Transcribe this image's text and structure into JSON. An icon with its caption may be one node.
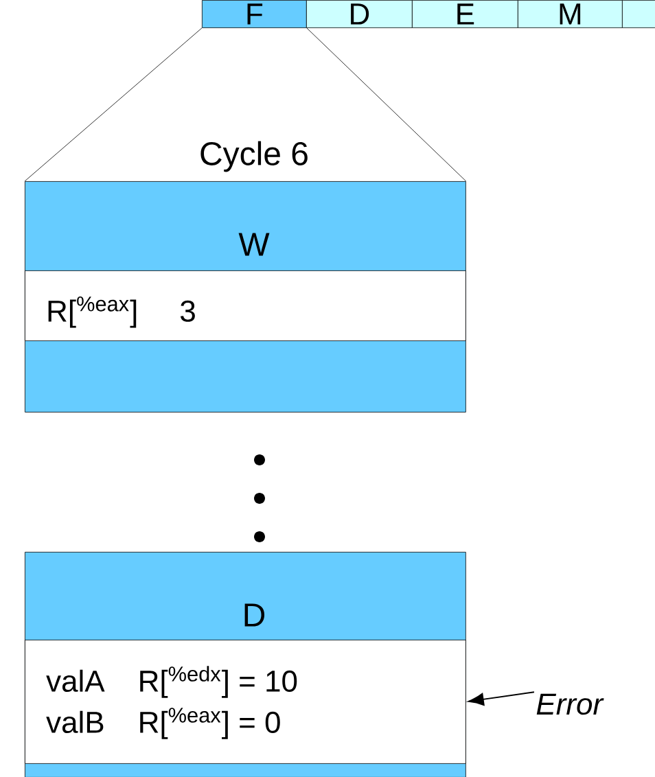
{
  "diagram": {
    "nodes": [
      {
        "text": [
          "F"
        ]
      },
      {
        "text": [
          "D"
        ]
      },
      {
        "text": [
          "E"
        ]
      },
      {
        "text": [
          "M"
        ]
      },
      {
        "text": [],
        "shape": "box"
      },
      {
        "text": [
          "Cycle 6",
          "W"
        ]
      },
      {
        "text": [
          "R[$^{%eax}$]",
          "3"
        ],
        "in": 5
      },
      {
        "text": [
          "D"
        ]
      },
      {
        "text": [
          "valA",
          "R[$^{%edx}$] = 10",
          "valB",
          "R[$^{%eax}$] = 0"
        ],
        "in": 7
      },
      {
        "text": [
          "Error"
        ]
      }
    ],
    "edges": [
      {
        "from": 0,
        "to": 5,
        "arrow": "none"
      },
      {
        "from": 0,
        "to": 5,
        "arrow": "none"
      },
      {
        "from": 9,
        "to": 8,
        "arrow": "to"
      }
    ]
  }
}
